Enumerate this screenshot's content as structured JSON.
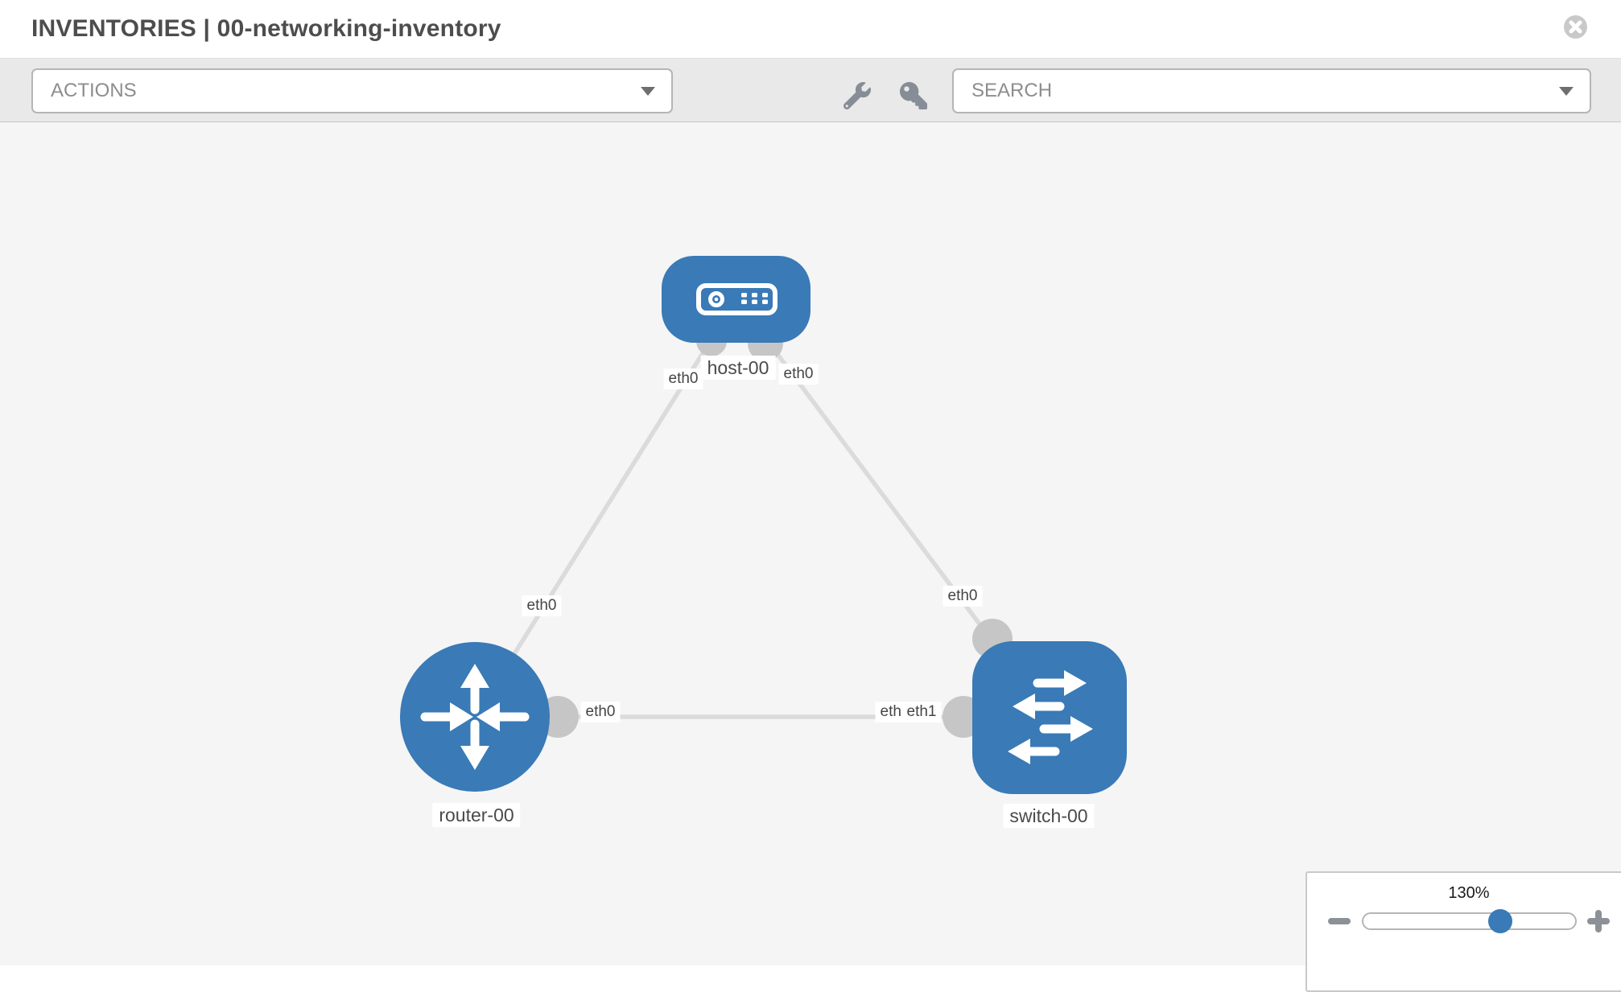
{
  "header": {
    "title": "INVENTORIES | 00-networking-inventory",
    "close_icon": "close"
  },
  "toolbar": {
    "actions_label": "ACTIONS",
    "search_label": "SEARCH",
    "icons": [
      "wrench-icon",
      "key-icon"
    ]
  },
  "topology": {
    "nodes": [
      {
        "id": "host-00",
        "type": "host",
        "label": "host-00"
      },
      {
        "id": "router-00",
        "type": "router",
        "label": "router-00"
      },
      {
        "id": "switch-00",
        "type": "switch",
        "label": "switch-00"
      }
    ],
    "links": [
      {
        "from": "host-00",
        "to": "router-00"
      },
      {
        "from": "host-00",
        "to": "switch-00"
      },
      {
        "from": "router-00",
        "to": "switch-00"
      }
    ],
    "interfaces": {
      "host_left": "eth0",
      "host_right": "eth0",
      "link_host_router_mid": "eth0",
      "link_host_switch_mid": "eth0",
      "link_router_switch_router_end": "eth0",
      "link_router_switch_switch_end_hidden": "eth0",
      "link_router_switch_switch_end": "eth1"
    }
  },
  "zoom_control": {
    "level": "130%",
    "minus_icon": "zoom-out",
    "plus_icon": "zoom-in"
  },
  "colors": {
    "node_blue": "#397ab7",
    "link_gray": "#dbdbdb",
    "connector_gray": "#c6c6c6",
    "canvas_bg": "#f5f5f5",
    "toolbar_bg": "#e9e9e9"
  }
}
